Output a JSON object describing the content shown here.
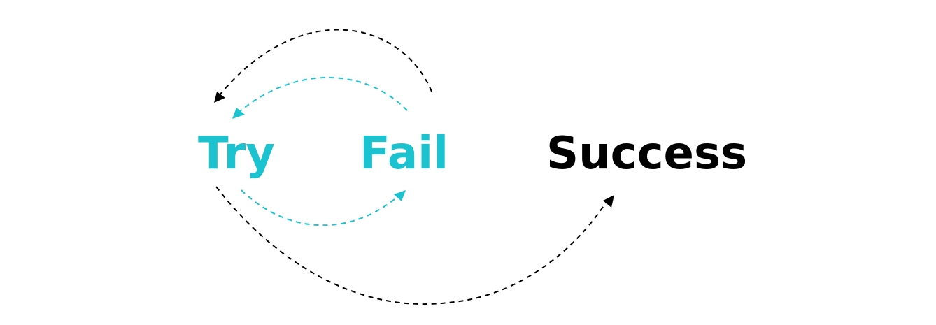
{
  "nodes": {
    "try": "Try",
    "fail": "Fail",
    "success": "Success"
  },
  "colors": {
    "cyan": "#1ac3cf",
    "black": "#000000",
    "background": "#ffffff"
  },
  "arrows": [
    {
      "from": "try",
      "to": "fail",
      "color": "cyan",
      "style": "dashed"
    },
    {
      "from": "fail",
      "to": "try",
      "color": "cyan",
      "style": "dashed"
    },
    {
      "from": "fail",
      "to": "try",
      "color": "black",
      "style": "dashed"
    },
    {
      "from": "try",
      "to": "success",
      "color": "black",
      "style": "dashed"
    }
  ]
}
